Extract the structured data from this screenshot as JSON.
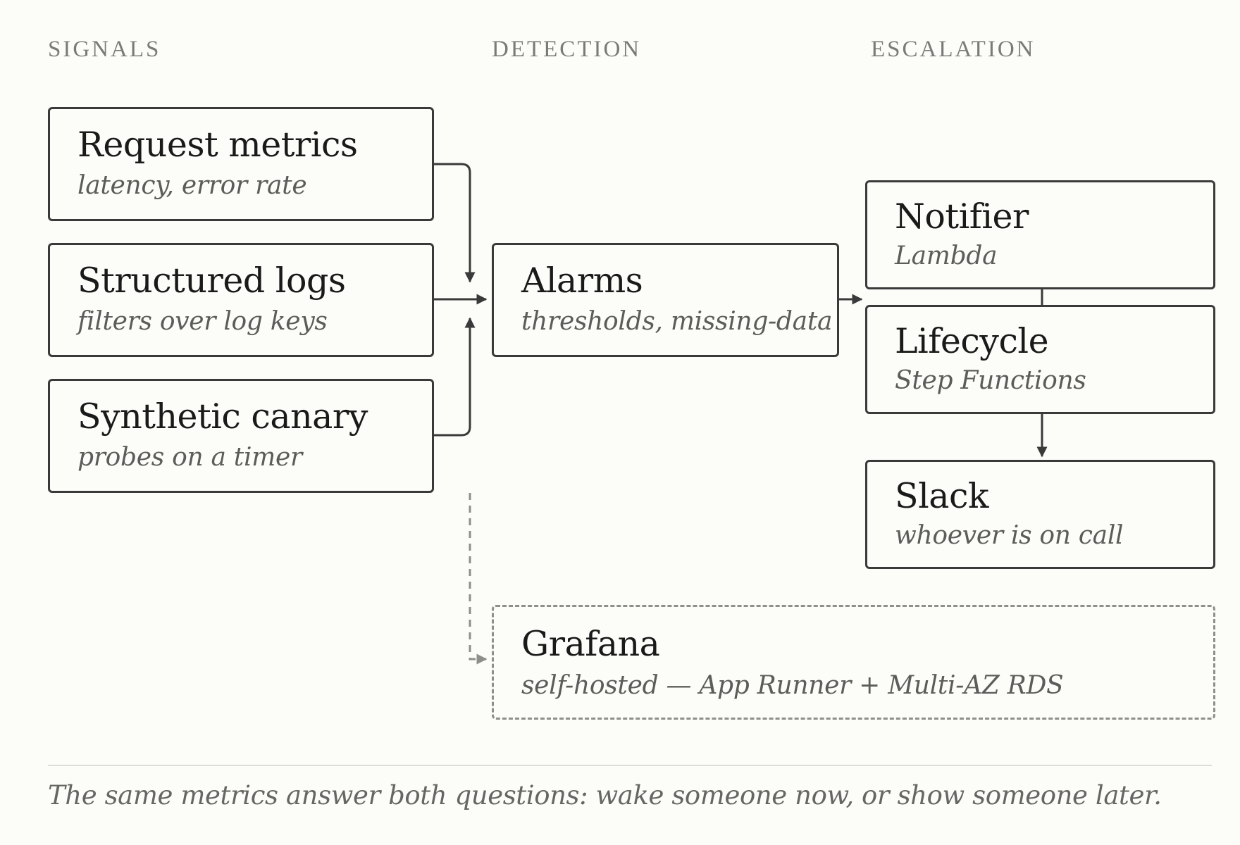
{
  "columns": {
    "signals": "SIGNALS",
    "detection": "DETECTION",
    "escalation": "ESCALATION"
  },
  "nodes": {
    "request_metrics": {
      "title": "Request metrics",
      "subtitle": "latency, error rate"
    },
    "structured_logs": {
      "title": "Structured logs",
      "subtitle": "filters over log keys"
    },
    "synthetic_canary": {
      "title": "Synthetic canary",
      "subtitle": "probes on a timer"
    },
    "alarms": {
      "title": "Alarms",
      "subtitle": "thresholds, missing-data"
    },
    "notifier": {
      "title": "Notifier",
      "subtitle": "Lambda"
    },
    "lifecycle": {
      "title": "Lifecycle",
      "subtitle": "Step Functions"
    },
    "slack": {
      "title": "Slack",
      "subtitle": "whoever is on call"
    },
    "grafana": {
      "title": "Grafana",
      "subtitle": "self-hosted — App Runner + Multi-AZ RDS"
    }
  },
  "edges": [
    {
      "from": "request_metrics",
      "to": "alarms",
      "style": "solid"
    },
    {
      "from": "structured_logs",
      "to": "alarms",
      "style": "solid"
    },
    {
      "from": "synthetic_canary",
      "to": "alarms",
      "style": "solid"
    },
    {
      "from": "alarms",
      "to": "notifier",
      "style": "solid"
    },
    {
      "from": "notifier",
      "to": "lifecycle",
      "style": "solid"
    },
    {
      "from": "lifecycle",
      "to": "slack",
      "style": "solid"
    },
    {
      "from": "synthetic_canary",
      "to": "grafana",
      "style": "dashed"
    }
  ],
  "caption": "The same metrics answer both questions: wake someone now, or show someone later.",
  "colors": {
    "background": "#fcfcf8",
    "node_border": "#3a3a3a",
    "dashed_border": "#8e8e8c",
    "subtitle": "#5c5c5a",
    "header": "#7a7a78"
  }
}
